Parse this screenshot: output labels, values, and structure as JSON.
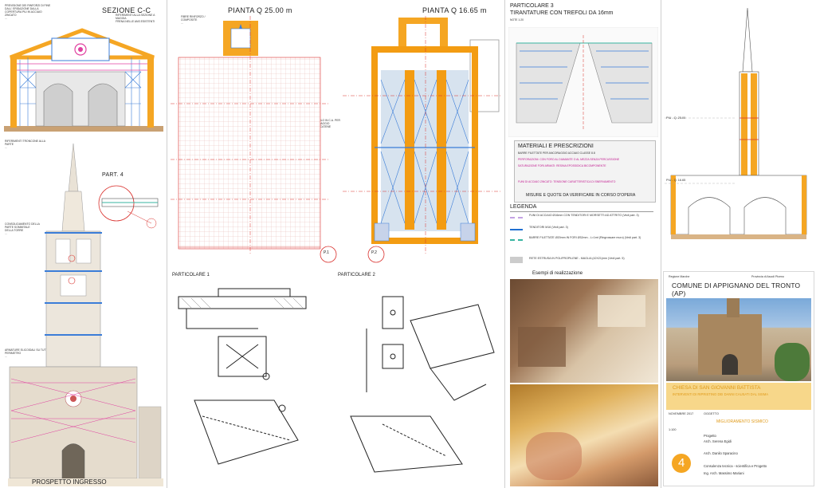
{
  "sections": {
    "sezione_cc": "SEZIONE C-C",
    "pianta_2500": "PIANTA Q 25.00 m",
    "pianta_1665": "PIANTA Q 16.65 m",
    "particolare3_title": "PARTICOLARE 3",
    "particolare3_sub": "TIRANTATURE CON TREFOLI DA 16mm",
    "part4": "PART. 4",
    "particolare1": "PARTICOLARE 1",
    "particolare2": "PARTICOLARE 2",
    "prospetto": "PROSPETTO INGRESSO",
    "legenda": "LEGENDA",
    "esempi": "Esempi di realizzazione",
    "p1_tag": "P.1",
    "p2_tag": "P.2"
  },
  "notes": {
    "sezione_left": "PREVISIONE DEI RINFORZI DI FINE DALL' ERIDAZIONE DALLA\nCOPERTURA PIU IN ACCIAIO ZINCATO\n...",
    "sezione_right": "RIFERIMENTI ALLA SEZIONE A MAGGIA\nFRENA NELLE ANS ESISTENTI\n...",
    "pianta_note": "FIBRE RINFORZO / COMPOSITE\n...",
    "part4_label": "...",
    "tower_note1": "RIFERIMENTI TRONCONE ALLA PARTE\n...",
    "tower_note2": "CONSOLIDAMENTO DELLA PARTE SOMMITALE\nDELLA TORRE\n...",
    "tower_note3": "ARMATURE ELICOIDALI SU TUTTO IL PERIMETRO\n...",
    "center_note": "CORDOLO IN C.A. PER ANCORAGGIO\nDELLE CATENE\n...",
    "p3_note": "NOTE 1:20"
  },
  "materials": {
    "title": "MATERIALI E PRESCRIZIONI",
    "lines": [
      "BARRE FILETTATE PER ANCORAGGIO ACCIAIO CLASSE 8.8",
      "PERFORAZIONI: CON FORO AL DIAMANTE O AL MEZZA SENZA PERCUSSIONE",
      "SATURAZIONE FORI ARMATI: RESINA EPOSSIDICA BICOMPONENTE",
      "FUNI DI ACCIAIO ZINCATO: TENSIONE CARATTERISTICA DI SNERVAMENTO"
    ],
    "footer": "MISURE E QUOTE DA VERIFICARE IN CORSO D'OPERA"
  },
  "legend": [
    {
      "label": "FUNI DI ACCIAIO Ø16mm CON TENDITORI E MORSETTI AD ATTRITO (Vedi part. 3)",
      "color": "#c3a2e3"
    },
    {
      "label": "TENDITORI M16 (Vedi part. 3)",
      "color": "#1f6fd1"
    },
    {
      "label": "BARRE FILETTATE Ø20mm IN FORI Ø32mm - L=1mt (Ringrossare muro) (Vedi part. 3)",
      "color": "#37b4a0"
    },
    {
      "label": "RETE ESTRUSA IN POLIPROPILENE - MAGLIA (42X21)mm (Vedi part. 5)",
      "color": "#999999"
    }
  ],
  "title_block": {
    "region": "Regione Marche",
    "province": "Provincia di Ascoli Piceno",
    "comune": "COMUNE DI APPIGNANO DEL TRONTO (AP)",
    "church": "CHIESA DI SAN GIOVANNI BATTISTA",
    "subtitle": "INTERVENTI DI RIPRISTINO DEI DANNI CAUSATI DAL SISMA",
    "date": "NOVEMBRE 2017",
    "scale": "1:100",
    "oggetto_label": "OGGETTO",
    "oggetto": "MIGLIORAMENTO SISMICO",
    "tavola": "4",
    "progetto_label": "Progetto",
    "designer1": "Arch. Serena Egidi",
    "designer2": "Arch. Danilo Sparacino",
    "consulenza_label": "Consulenza tecnica - scientifica e Progetto",
    "consulente": "Ing. Arch. Massimo Mariani"
  },
  "right_section": {
    "level1": "PIU - Q. 25.00",
    "level2": "PIU - Q. 16.65"
  },
  "colors": {
    "orange": "#f5a623",
    "wall_orange": "#f39c12",
    "magenta": "#e040a0",
    "blue": "#3b7dd8",
    "red_axis": "#d9302c",
    "cyan": "#37b4a0"
  }
}
